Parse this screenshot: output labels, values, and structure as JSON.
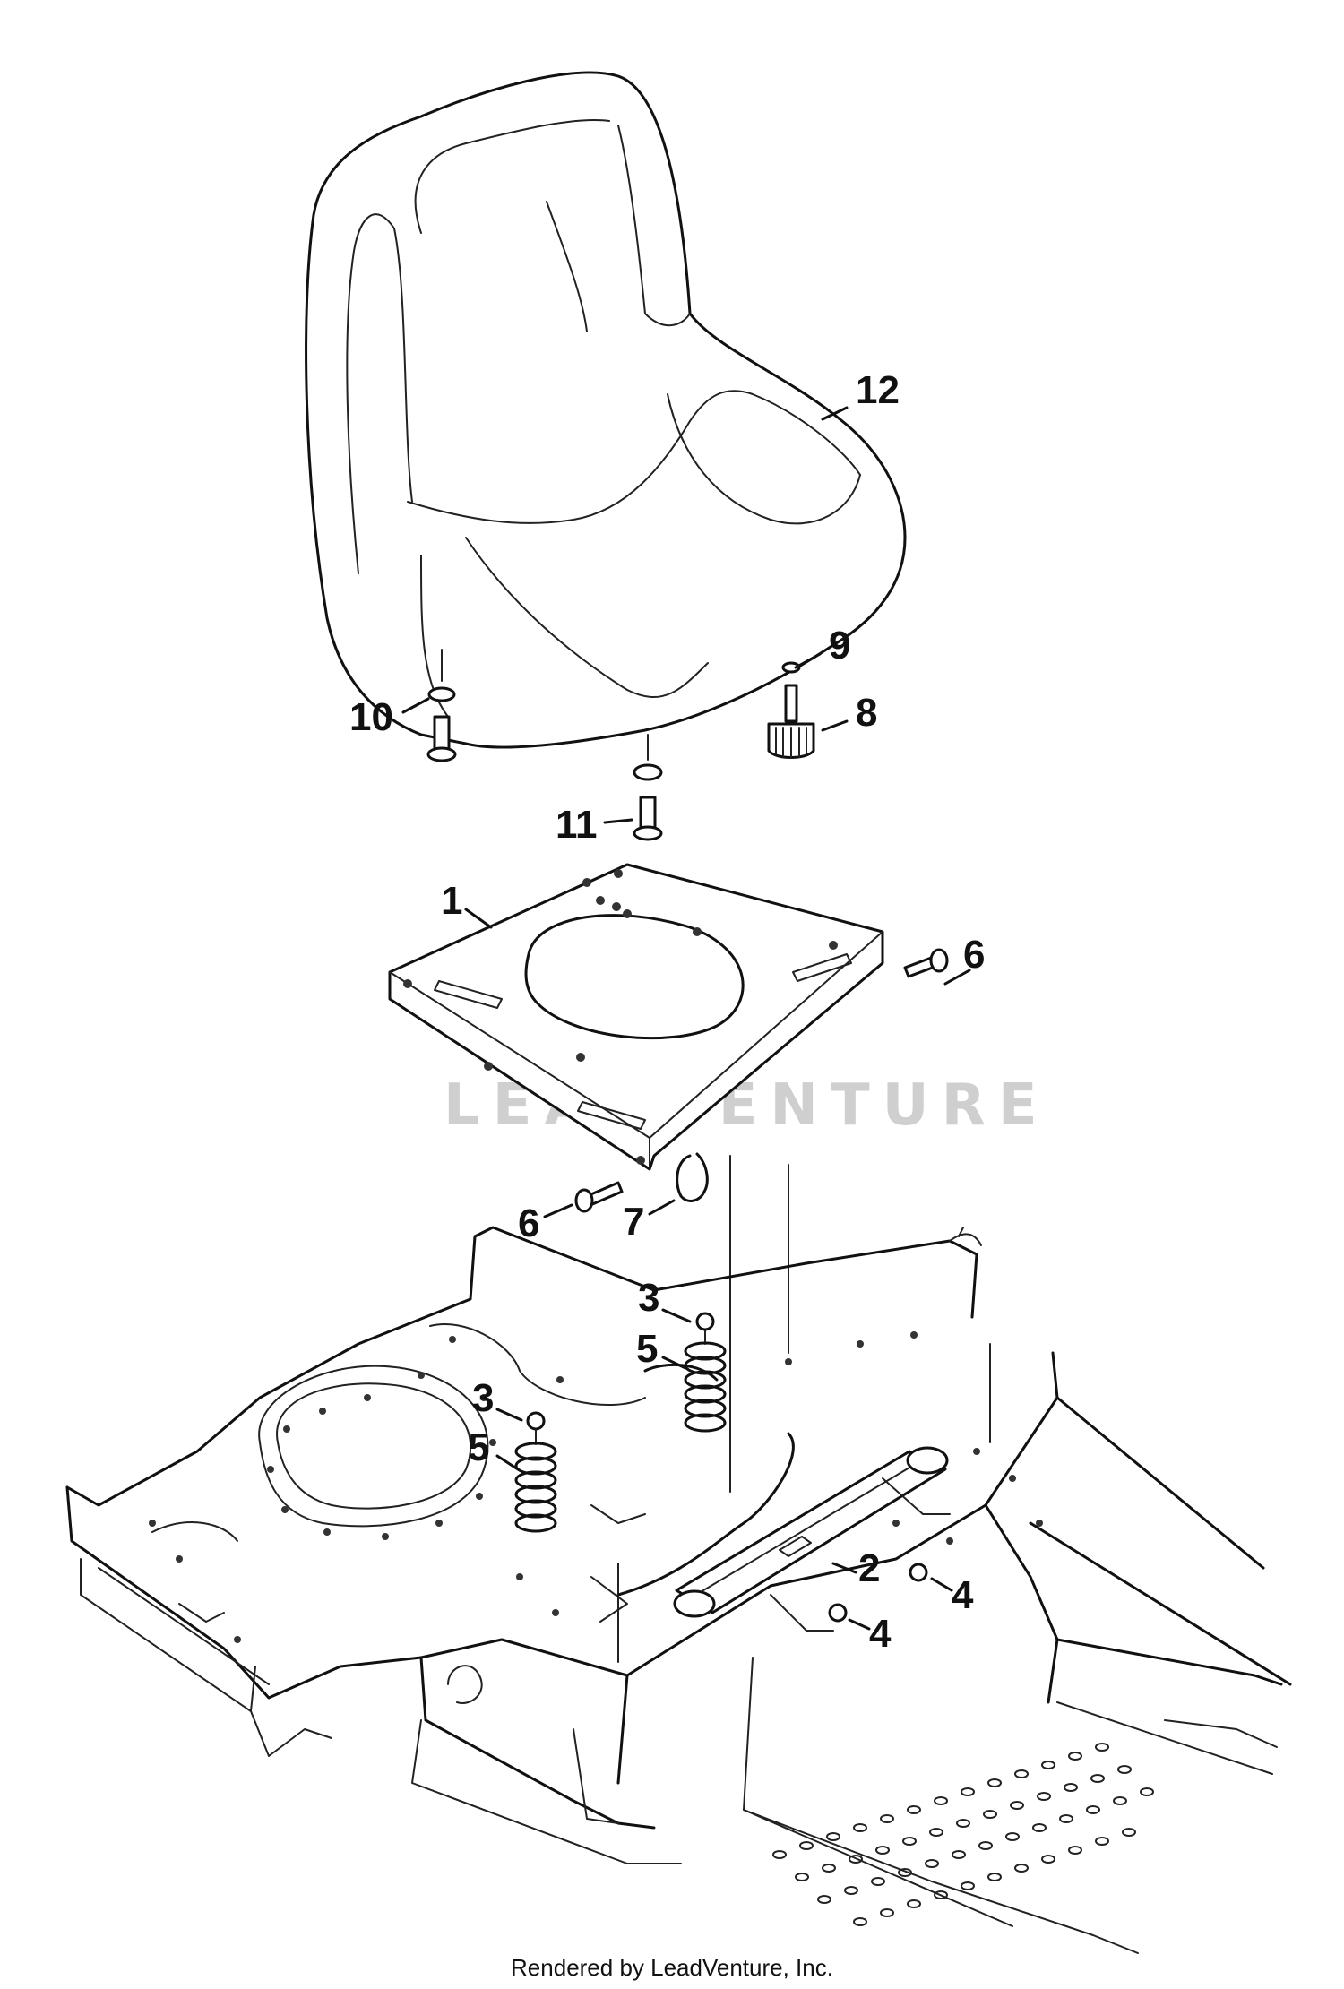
{
  "watermark": {
    "text": "LEADVENTURE"
  },
  "footer": {
    "text": "Rendered by LeadVenture, Inc."
  },
  "callouts": [
    {
      "id": "callout-12",
      "label": "12"
    },
    {
      "id": "callout-9",
      "label": "9"
    },
    {
      "id": "callout-8",
      "label": "8"
    },
    {
      "id": "callout-10",
      "label": "10"
    },
    {
      "id": "callout-11",
      "label": "11"
    },
    {
      "id": "callout-1",
      "label": "1"
    },
    {
      "id": "callout-6-right",
      "label": "6"
    },
    {
      "id": "callout-6-left",
      "label": "6"
    },
    {
      "id": "callout-7",
      "label": "7"
    },
    {
      "id": "callout-3-upper",
      "label": "3"
    },
    {
      "id": "callout-5-upper",
      "label": "5"
    },
    {
      "id": "callout-3-lower",
      "label": "3"
    },
    {
      "id": "callout-5-lower",
      "label": "5"
    },
    {
      "id": "callout-2",
      "label": "2"
    },
    {
      "id": "callout-4-right",
      "label": "4"
    },
    {
      "id": "callout-4-lower",
      "label": "4"
    }
  ]
}
